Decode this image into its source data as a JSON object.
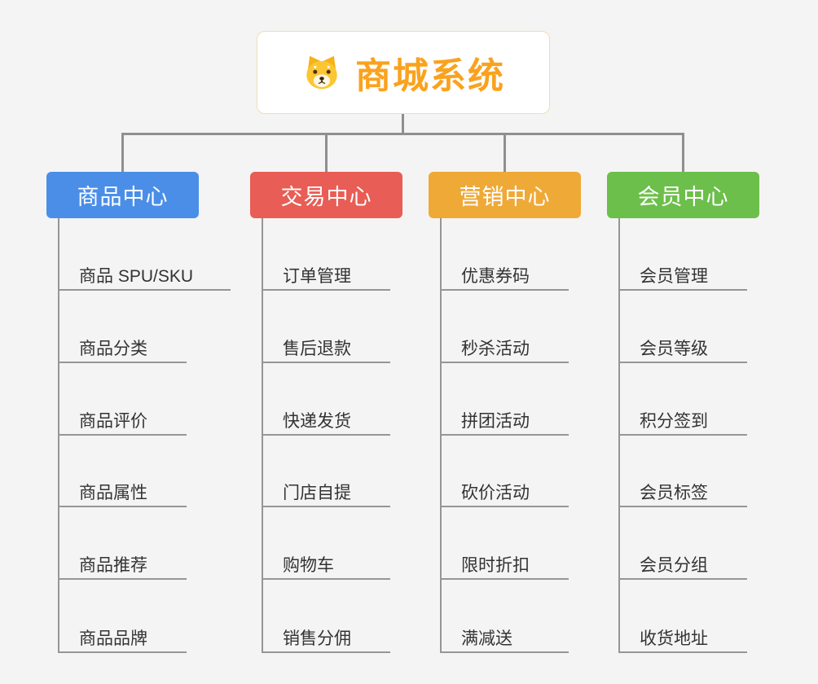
{
  "root": {
    "title": "商城系统",
    "title_color": "#faa21e",
    "icon": "dog-face-icon"
  },
  "colors": {
    "connector": "#8f8f8f",
    "spine": "#969696",
    "background": "#f4f4f4"
  },
  "branches": [
    {
      "label": "商品中心",
      "color": "#4a8ee8",
      "items": [
        "商品 SPU/SKU",
        "商品分类",
        "商品评价",
        "商品属性",
        "商品推荐",
        "商品品牌"
      ]
    },
    {
      "label": "交易中心",
      "color": "#e85d55",
      "items": [
        "订单管理",
        "售后退款",
        "快递发货",
        "门店自提",
        "购物车",
        "销售分佣"
      ]
    },
    {
      "label": "营销中心",
      "color": "#efa937",
      "items": [
        "优惠券码",
        "秒杀活动",
        "拼团活动",
        "砍价活动",
        "限时折扣",
        "满减送"
      ]
    },
    {
      "label": "会员中心",
      "color": "#6cbf4a",
      "items": [
        "会员管理",
        "会员等级",
        "积分签到",
        "会员标签",
        "会员分组",
        "收货地址"
      ]
    }
  ]
}
